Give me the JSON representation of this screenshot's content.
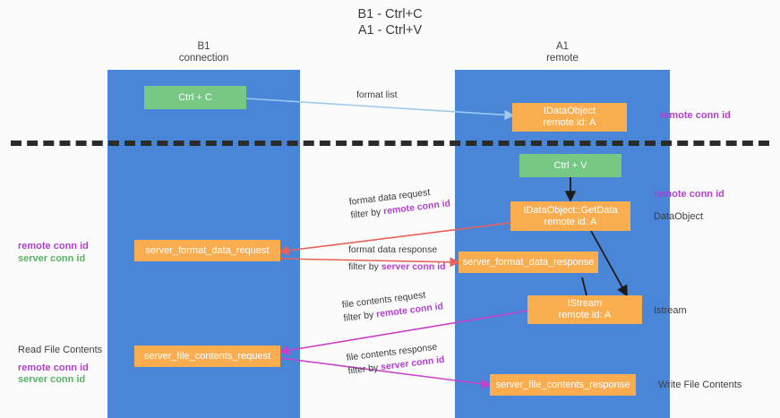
{
  "title": "B1 - Ctrl+C\nA1 - Ctrl+V",
  "columns": {
    "left": {
      "name": "B1",
      "role": "connection"
    },
    "right": {
      "name": "A1",
      "role": "remote"
    }
  },
  "colors": {
    "lane": "#4a86d8",
    "box_orange": "#f9ad4e",
    "box_green": "#77c884",
    "remote_conn_id": "#b23fd0",
    "server_conn_id": "#57b463",
    "arrow_blue": "#9ec9ef",
    "arrow_red": "#e8615a",
    "arrow_magenta": "#c742c7",
    "arrow_black": "#1a1a1a",
    "divider": "#2b2b2b"
  },
  "boxes": {
    "ctrl_c": "Ctrl + C",
    "ctrl_v": "Ctrl + V",
    "idataobject": {
      "line1": "IDataObject",
      "line2": "remote id: A"
    },
    "idataobject_getdata": {
      "line1": "IDataObject::GetData",
      "line2": "remote id: A"
    },
    "istream": {
      "line1": "IStream",
      "line2": "remote id: A"
    },
    "server_format_data_request": "server_format_data_request",
    "server_format_data_response": "server_format_data_response",
    "server_file_contents_request": "server_file_contents_request",
    "server_file_contents_response": "server_file_contents_response"
  },
  "edge_labels": {
    "format_list": "format list",
    "format_data_request": {
      "line1": "format data request",
      "prefix": "filter by ",
      "id": "remote conn id"
    },
    "format_data_response": {
      "line1": "format data response",
      "prefix": "filter by ",
      "id": "server conn id"
    },
    "file_contents_request": {
      "line1": "file contents request",
      "prefix": "filter by ",
      "id": "remote conn id"
    },
    "file_contents_response": {
      "line1": "file contents response",
      "prefix": "filter by ",
      "id": "server conn id"
    }
  },
  "right_labels": {
    "remote_conn_id_top": "remote conn id",
    "remote_conn_id_mid": "remote conn id",
    "dataobject": "DataObject",
    "istream": "Istream",
    "write_file_contents": "Write File Contents"
  },
  "left_labels": {
    "mid": {
      "remote": "remote conn id",
      "server": "server conn id"
    },
    "bottom": {
      "heading": "Read File Contents",
      "remote": "remote conn id",
      "server": "server conn id"
    }
  }
}
